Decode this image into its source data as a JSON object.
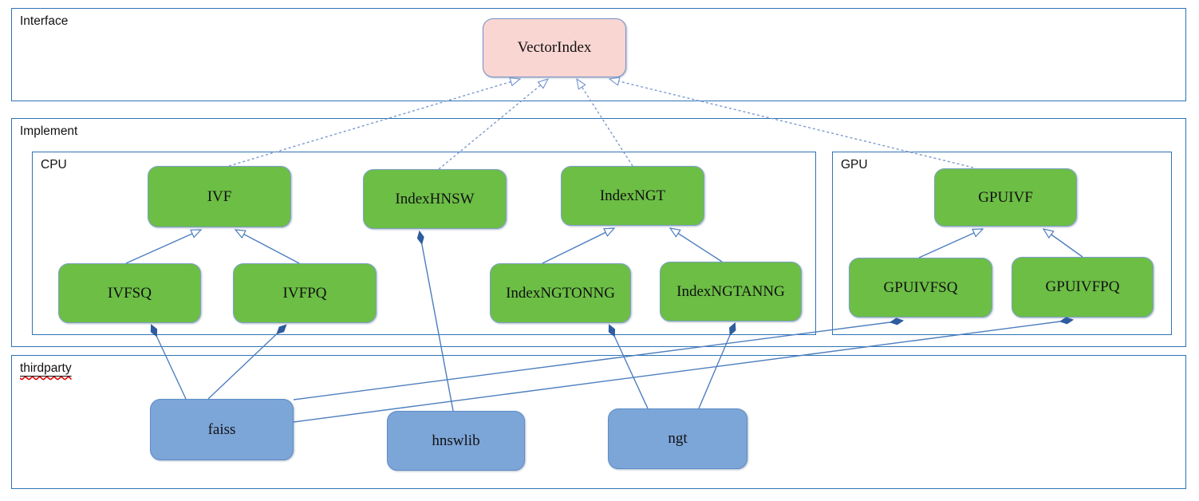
{
  "sections": {
    "interface": "Interface",
    "implement": "Implement",
    "cpu": "CPU",
    "gpu": "GPU",
    "thirdparty": "thirdparty"
  },
  "nodes": {
    "vectorindex": "VectorIndex",
    "ivf": "IVF",
    "indexhnsw": "IndexHNSW",
    "indexngt": "IndexNGT",
    "ivfsq": "IVFSQ",
    "ivfpq": "IVFPQ",
    "indexngtonng": "IndexNGTONNG",
    "indexngtanng": "IndexNGTANNG",
    "gpuivf": "GPUIVF",
    "gpuivfsq": "GPUIVFSQ",
    "gpuivfpq": "GPUIVFPQ",
    "faiss": "faiss",
    "hnswlib": "hnswlib",
    "ngt": "ngt"
  },
  "edges": [
    {
      "from": "IVF",
      "to": "VectorIndex",
      "type": "realization",
      "style": "dashed-hollow-arrow"
    },
    {
      "from": "IndexHNSW",
      "to": "VectorIndex",
      "type": "realization",
      "style": "dashed-hollow-arrow"
    },
    {
      "from": "IndexNGT",
      "to": "VectorIndex",
      "type": "realization",
      "style": "dashed-hollow-arrow"
    },
    {
      "from": "GPUIVF",
      "to": "VectorIndex",
      "type": "realization",
      "style": "dashed-hollow-arrow"
    },
    {
      "from": "IVFSQ",
      "to": "IVF",
      "type": "generalization",
      "style": "solid-hollow-arrow"
    },
    {
      "from": "IVFPQ",
      "to": "IVF",
      "type": "generalization",
      "style": "solid-hollow-arrow"
    },
    {
      "from": "IndexNGTONNG",
      "to": "IndexNGT",
      "type": "generalization",
      "style": "solid-hollow-arrow"
    },
    {
      "from": "IndexNGTANNG",
      "to": "IndexNGT",
      "type": "generalization",
      "style": "solid-hollow-arrow"
    },
    {
      "from": "GPUIVFSQ",
      "to": "GPUIVF",
      "type": "generalization",
      "style": "solid-hollow-arrow"
    },
    {
      "from": "GPUIVFPQ",
      "to": "GPUIVF",
      "type": "generalization",
      "style": "solid-hollow-arrow"
    },
    {
      "from": "faiss",
      "to": "IVFSQ",
      "type": "composition",
      "style": "solid-filled-diamond"
    },
    {
      "from": "faiss",
      "to": "IVFPQ",
      "type": "composition",
      "style": "solid-filled-diamond"
    },
    {
      "from": "faiss",
      "to": "GPUIVFSQ",
      "type": "composition",
      "style": "solid-filled-diamond"
    },
    {
      "from": "faiss",
      "to": "GPUIVFPQ",
      "type": "composition",
      "style": "solid-filled-diamond"
    },
    {
      "from": "hnswlib",
      "to": "IndexHNSW",
      "type": "composition",
      "style": "solid-filled-diamond"
    },
    {
      "from": "ngt",
      "to": "IndexNGTONNG",
      "type": "composition",
      "style": "solid-filled-diamond"
    },
    {
      "from": "ngt",
      "to": "IndexNGTANNG",
      "type": "composition",
      "style": "solid-filled-diamond"
    }
  ],
  "colors": {
    "container_border": "#2e74b5",
    "interface_node_fill": "#fad6d3",
    "class_node_fill": "#6cbe45",
    "library_node_fill": "#7ca5d8",
    "solid_connector": "#4d7ebf",
    "dashed_connector": "#7c99ce",
    "diamond_fill": "#2e5c9e",
    "spellcheck_squiggle": "#e00000"
  }
}
